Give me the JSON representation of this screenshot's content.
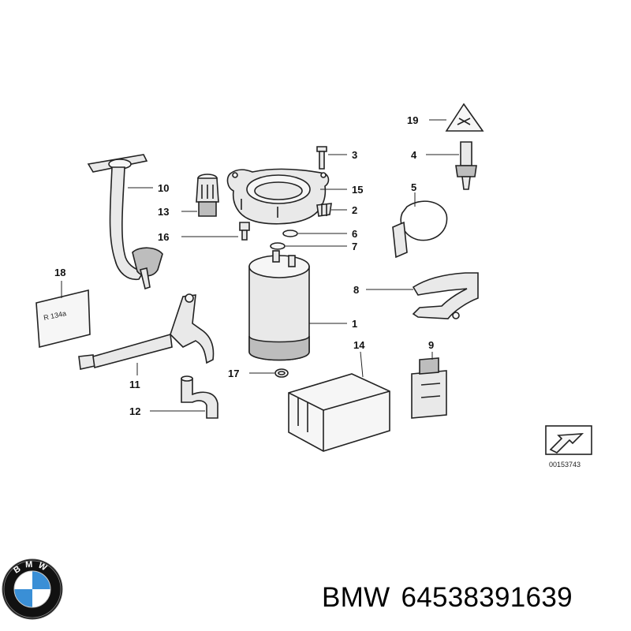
{
  "callouts": [
    "1",
    "2",
    "3",
    "4",
    "5",
    "6",
    "7",
    "8",
    "9",
    "10",
    "11",
    "12",
    "13",
    "14",
    "15",
    "16",
    "17",
    "18",
    "19"
  ],
  "reference_code": "00153743",
  "label_18_text": "R 134a",
  "brand_name": "BMW",
  "part_number": "64538391639",
  "logo_letters": "BMW",
  "colors": {
    "logo_blue": "#3a8fd6",
    "logo_ring": "#111111",
    "line": "#222222"
  }
}
